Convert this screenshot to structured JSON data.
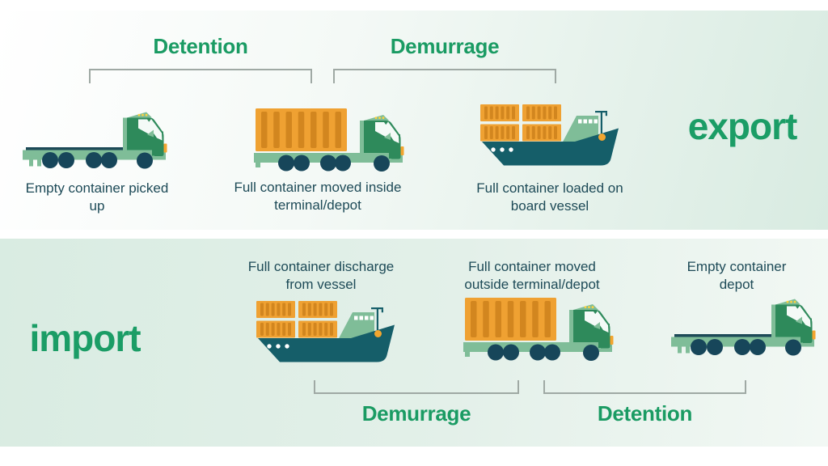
{
  "palette": {
    "headline_green": "#1a9b63",
    "big_word_green": "#1b9d66",
    "caption_teal": "#1d4a57",
    "bracket_gray": "#9fa9a4",
    "vehicle_light_green": "#7fbd98",
    "vehicle_dark_green": "#2e8a5b",
    "wheel_teal": "#17465a",
    "hull_teal": "#155e69",
    "container_orange": "#efa132",
    "container_rib_orange": "#d2861f",
    "marker_orange": "#f2a52f",
    "roof_dots_yellow": "#ffd23f",
    "panel_green": "#d9ece2"
  },
  "export_section": {
    "word": "export",
    "brackets": [
      {
        "label": "Detention"
      },
      {
        "label": "Demurrage"
      }
    ],
    "steps": [
      {
        "caption1": "Empty container picked up",
        "caption2": "",
        "icon": "flatbed-truck"
      },
      {
        "caption1": "Full container moved inside",
        "caption2": "terminal/depot",
        "icon": "container-truck"
      },
      {
        "caption1": "Full container loaded on",
        "caption2": "board vessel",
        "icon": "container-ship"
      }
    ]
  },
  "import_section": {
    "word": "import",
    "steps": [
      {
        "caption1": "Full container discharge",
        "caption2": "from vessel",
        "icon": "container-ship"
      },
      {
        "caption1": "Full container moved",
        "caption2": "outside terminal/depot",
        "icon": "container-truck"
      },
      {
        "caption1": "Empty container",
        "caption2": "depot",
        "icon": "flatbed-truck"
      }
    ],
    "brackets": [
      {
        "label": "Demurrage"
      },
      {
        "label": "Detention"
      }
    ]
  }
}
